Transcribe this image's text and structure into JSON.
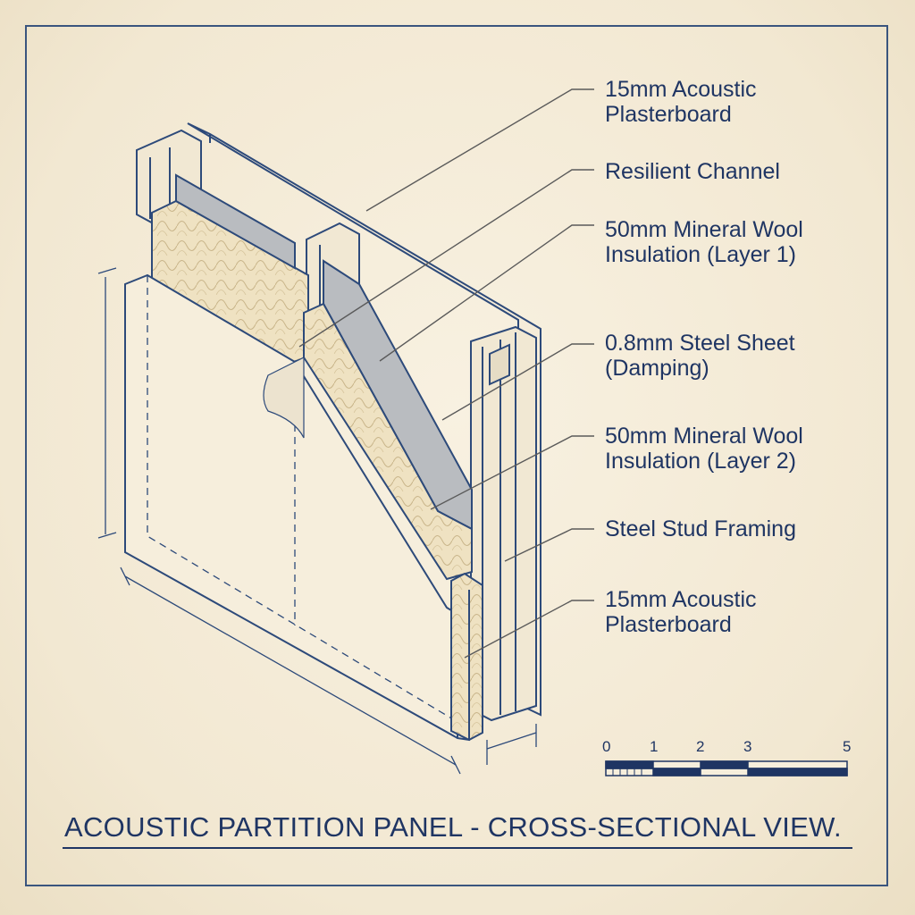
{
  "title": "ACOUSTIC PARTITION PANEL - CROSS-SECTIONAL VIEW.",
  "callouts": [
    {
      "lines": [
        "15mm Acoustic",
        "Plasterboard"
      ]
    },
    {
      "lines": [
        "Resilient Channel"
      ]
    },
    {
      "lines": [
        "50mm Mineral Wool",
        "Insulation (Layer 1)"
      ]
    },
    {
      "lines": [
        "0.8mm Steel Sheet",
        "(Damping)"
      ]
    },
    {
      "lines": [
        "50mm Mineral Wool",
        "Insulation (Layer 2)"
      ]
    },
    {
      "lines": [
        "Steel Stud Framing"
      ]
    },
    {
      "lines": [
        "15mm Acoustic",
        "Plasterboard"
      ]
    }
  ],
  "scale_bar": {
    "labels": [
      "0",
      "1",
      "2",
      "3",
      "5"
    ]
  },
  "colors": {
    "ink": "#1f3563",
    "line": "#2d4a7a",
    "paper": "#f3ead6",
    "steel": "#b9bcc0",
    "wool": "#efe2c2"
  }
}
